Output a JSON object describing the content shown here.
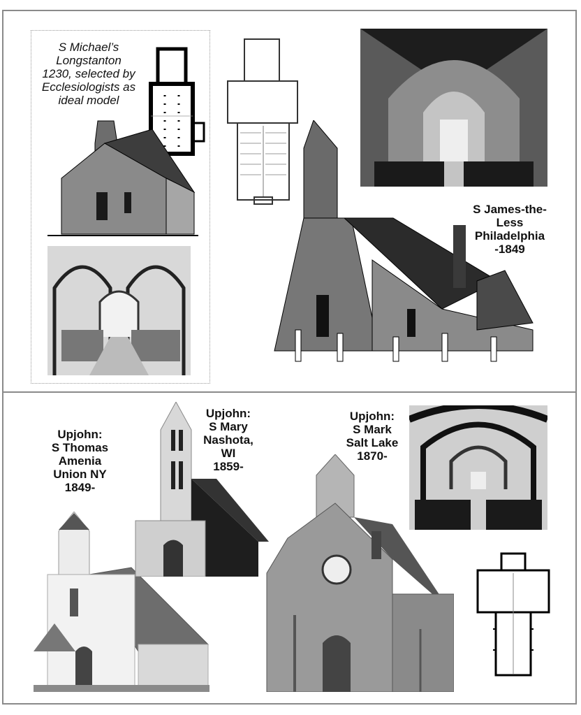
{
  "top_panel": {
    "captions": {
      "s_michael": [
        "S Michael’s",
        "Longstanton",
        "1230, selected by",
        "Ecclesiologists as",
        "ideal model"
      ],
      "s_james": [
        "S James-the-",
        "Less",
        "Philadelphia",
        "-1849"
      ]
    },
    "images": [
      "s-michael-floor-plan",
      "s-michael-exterior-engraving",
      "s-michael-interior-engraving",
      "s-james-floor-plan",
      "s-james-interior-photo",
      "s-james-exterior-engraving"
    ]
  },
  "bottom_panel": {
    "captions": {
      "s_thomas": [
        "Upjohn:",
        "S Thomas",
        "Amenia",
        "Union NY",
        "1849-"
      ],
      "s_mary": [
        "Upjohn:",
        "S Mary",
        "Nashota,",
        "WI",
        "1859-"
      ],
      "s_mark": [
        "Upjohn:",
        "S Mark",
        "Salt Lake",
        "1870-"
      ]
    },
    "images": [
      "s-thomas-church-photo",
      "s-mary-church-photo",
      "s-mark-church-photo",
      "s-mark-interior-photo",
      "s-mark-floor-plan"
    ]
  }
}
